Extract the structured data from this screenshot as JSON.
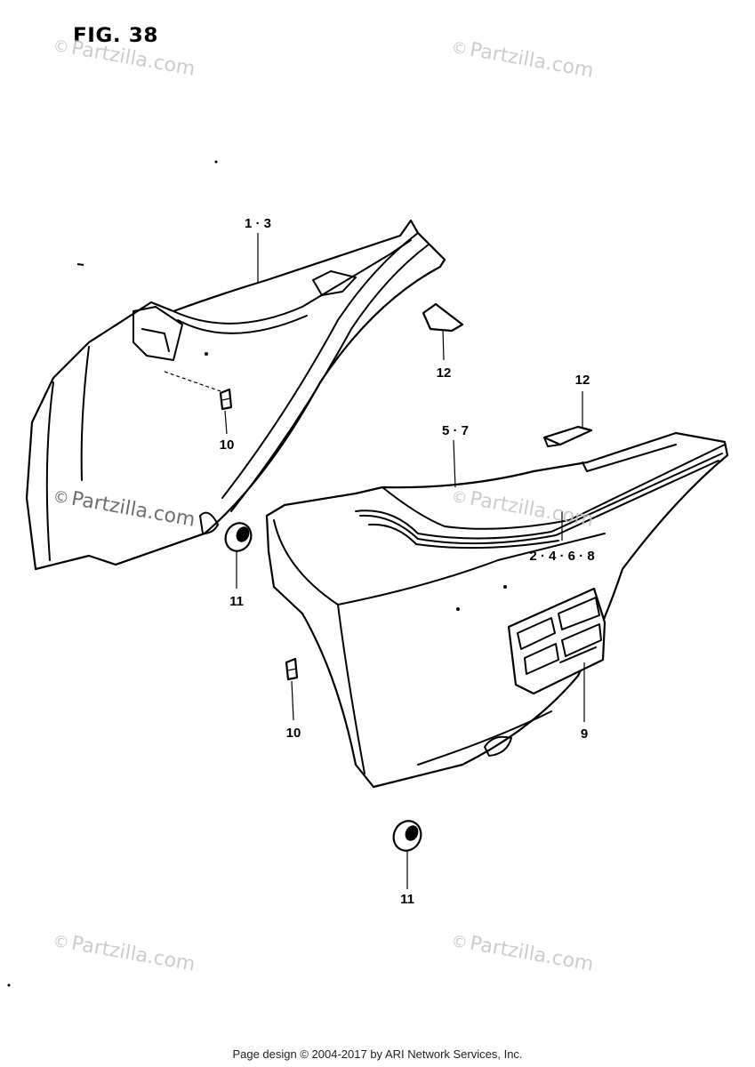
{
  "figure_title": "FIG. 38",
  "footer_text": "Page design © 2004-2017 by ARI Network Services, Inc.",
  "watermark_text": "Partzilla.com",
  "watermark_symbol": "©",
  "callouts": {
    "c13": "1 · 3",
    "c57": "5 · 7",
    "c2468": "2 · 4 · 6 · 8",
    "c9": "9",
    "c10a": "10",
    "c10b": "10",
    "c11a": "11",
    "c11b": "11",
    "c12a": "12",
    "c12b": "12"
  },
  "colors": {
    "ink": "#000000",
    "watermark": "#c4c4c4",
    "background": "#ffffff"
  }
}
